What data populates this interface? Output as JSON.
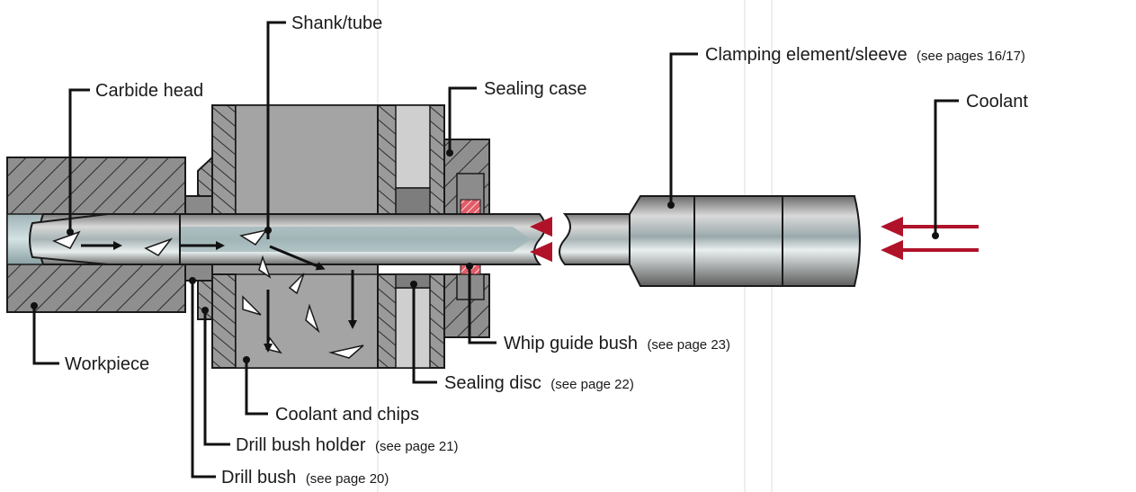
{
  "labels": {
    "shank": {
      "text": "Shank/tube"
    },
    "carbide_head": {
      "text": "Carbide head"
    },
    "sealing_case": {
      "text": "Sealing case"
    },
    "clamping": {
      "text": "Clamping element/sleeve",
      "ref": "(see pages 16/17)"
    },
    "coolant": {
      "text": "Coolant"
    },
    "workpiece": {
      "text": "Workpiece"
    },
    "whip_guide": {
      "text": "Whip guide bush",
      "ref": "(see page 23)"
    },
    "sealing_disc": {
      "text": "Sealing disc",
      "ref": "(see page 22)"
    },
    "coolant_chips": {
      "text": "Coolant and chips"
    },
    "drill_bush_holder": {
      "text": "Drill bush holder",
      "ref": "(see page 21)"
    },
    "drill_bush": {
      "text": "Drill bush",
      "ref": "(see page 20)"
    }
  },
  "colors": {
    "steel_dark": "#8c8c8c",
    "steel_mid": "#b4b4b4",
    "steel_light": "#e6e6e6",
    "coolant_red": "#b0122a",
    "seal_red": "#d43a4a",
    "outline": "#1a1a1a"
  }
}
